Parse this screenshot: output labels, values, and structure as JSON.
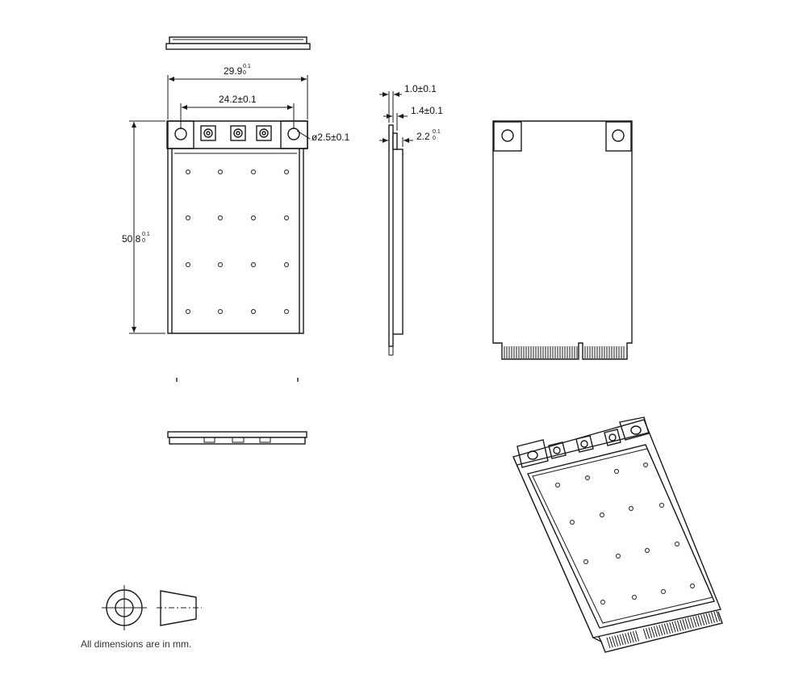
{
  "dimensions": {
    "overall_width": {
      "base": "29.9",
      "tol_upper": "0.1",
      "tol_lower": "0"
    },
    "hole_spacing": "24.2±0.1",
    "overall_length": {
      "base": "50.8",
      "tol_upper": "0.1",
      "tol_lower": "0"
    },
    "hole_diameter": "ø2.5±0.1",
    "pcb_thickness": "1.0±0.1",
    "shield_height": "1.4±0.1",
    "max_height": {
      "base": "2.2",
      "tol_upper": "0.1",
      "tol_lower": "0"
    }
  },
  "note": "All dimensions are in mm.",
  "symbols": {
    "projection": "third-angle-projection-icon"
  }
}
